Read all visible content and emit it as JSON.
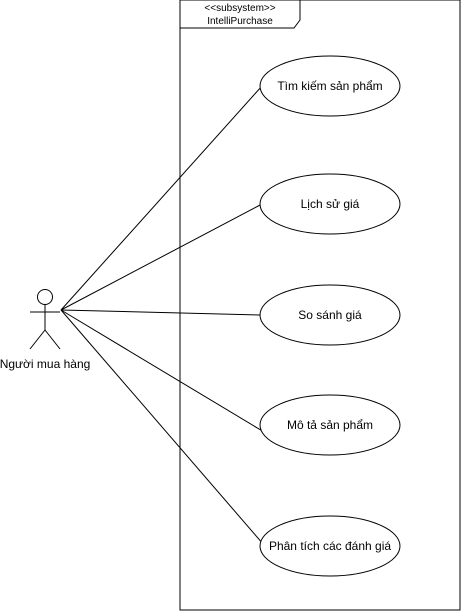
{
  "subsystem": {
    "stereotype": "<<subsystem>>",
    "name": "IntelliPurchase"
  },
  "actor": {
    "name": "Người mua hàng"
  },
  "use_cases": [
    {
      "label": "Tìm kiếm sản phẩm"
    },
    {
      "label": "Lịch sử giá"
    },
    {
      "label": "So sánh giá"
    },
    {
      "label": "Mô tả sản phẩm"
    },
    {
      "label": "Phân tích các đánh giá"
    }
  ]
}
